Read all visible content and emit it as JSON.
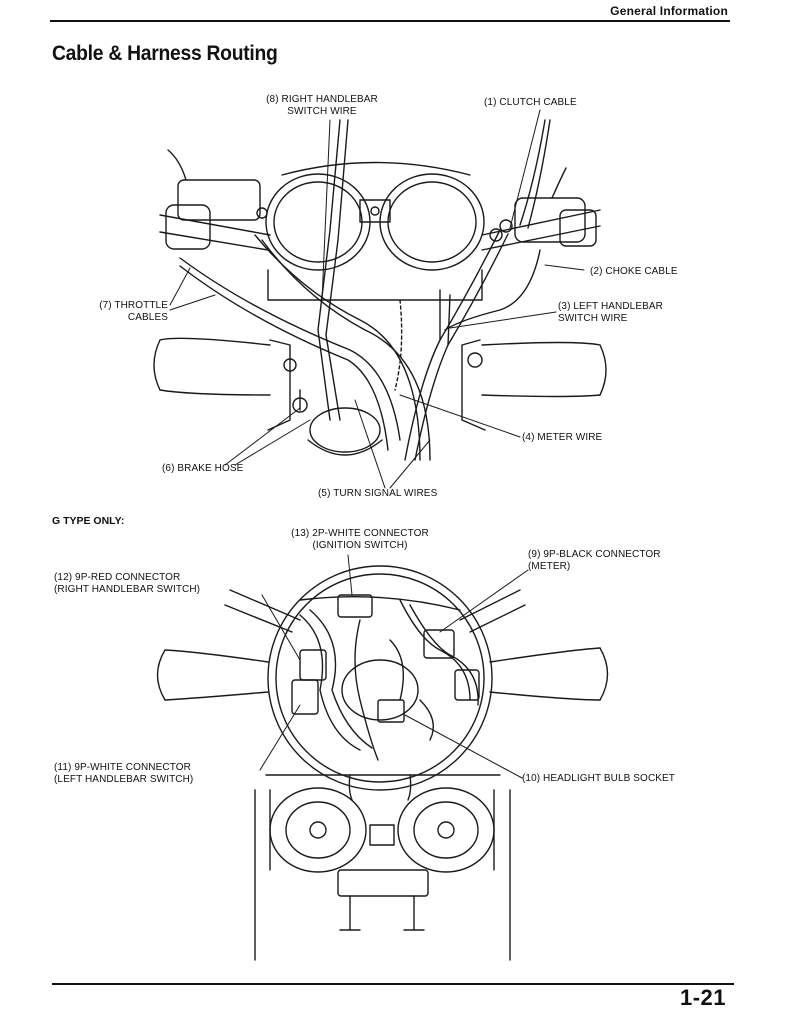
{
  "header": {
    "section": "General Information"
  },
  "title": "Cable & Harness Routing",
  "top_labels": {
    "l8": "(8) RIGHT HANDLEBAR\nSWITCH WIRE",
    "l1": "(1) CLUTCH CABLE",
    "l2": "(2) CHOKE CABLE",
    "l3": "(3) LEFT HANDLEBAR\nSWITCH WIRE",
    "l7": "(7) THROTTLE\nCABLES",
    "l4": "(4) METER WIRE",
    "l6": "(6) BRAKE HOSE",
    "l5": "(5) TURN SIGNAL WIRES"
  },
  "g_type": "G TYPE ONLY:",
  "bottom_labels": {
    "l13": "(13) 2P-WHITE CONNECTOR\n(IGNITION SWITCH)",
    "l9": "(9) 9P-BLACK CONNECTOR\n(METER)",
    "l12": "(12) 9P-RED CONNECTOR\n(RIGHT HANDLEBAR SWITCH)",
    "l11": "(11) 9P-WHITE CONNECTOR\n(LEFT HANDLEBAR SWITCH)",
    "l10": "(10) HEADLIGHT BULB SOCKET"
  },
  "page_number": "1-21"
}
